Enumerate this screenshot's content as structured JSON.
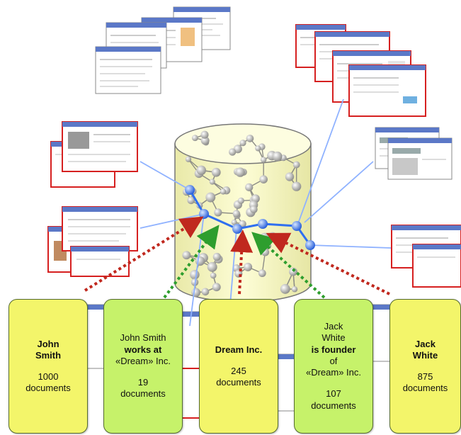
{
  "colors": {
    "yellow_card": "#f3f56a",
    "green_card": "#c6f26a",
    "red_arrow": "#c0281e",
    "green_arrow": "#2e9e2e",
    "node_blue": "#2f6ff0",
    "connector_blue": "#8fb2ff",
    "cylinder_fill": "#fbfbc6",
    "page_border": "#d62020"
  },
  "cards": [
    {
      "lines": [
        {
          "t": "John",
          "b": true
        },
        {
          "t": "Smith",
          "b": true
        },
        {
          "t": "",
          "gap": true
        },
        {
          "t": "1000"
        },
        {
          "t": "documents"
        }
      ],
      "style": "yellow"
    },
    {
      "lines": [
        {
          "t": "John Smith"
        },
        {
          "t": "works at",
          "b": true
        },
        {
          "t": "«Dream» Inc."
        },
        {
          "t": "",
          "gap": true
        },
        {
          "t": "19"
        },
        {
          "t": "documents"
        }
      ],
      "style": "green"
    },
    {
      "lines": [
        {
          "t": "Dream Inc.",
          "b": true
        },
        {
          "t": "",
          "gap": true
        },
        {
          "t": "245"
        },
        {
          "t": "documents"
        }
      ],
      "style": "yellow"
    },
    {
      "lines": [
        {
          "t": "Jack"
        },
        {
          "t": "White"
        },
        {
          "t": "is founder",
          "b": true
        },
        {
          "t": "of"
        },
        {
          "t": "«Dream» Inc."
        },
        {
          "t": "",
          "gap": true
        },
        {
          "t": "107"
        },
        {
          "t": "documents"
        }
      ],
      "style": "green"
    },
    {
      "lines": [
        {
          "t": "Jack",
          "b": true
        },
        {
          "t": "White",
          "b": true
        },
        {
          "t": "",
          "gap": true
        },
        {
          "t": "875"
        },
        {
          "t": "documents"
        }
      ],
      "style": "yellow"
    }
  ]
}
